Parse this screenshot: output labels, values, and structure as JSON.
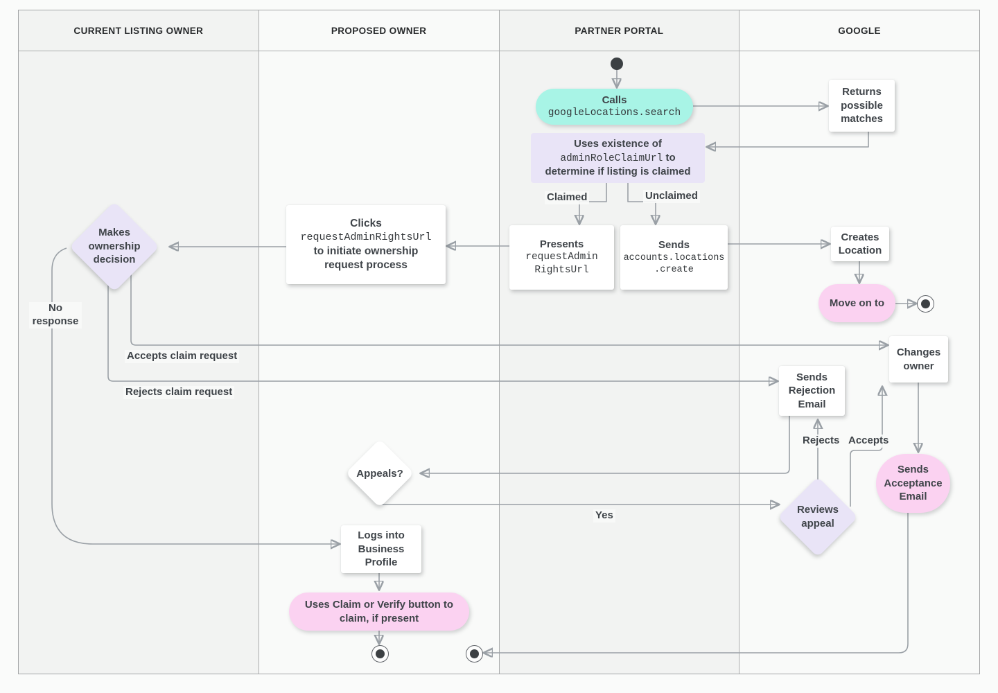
{
  "diagram": {
    "lanes": [
      {
        "label": "CURRENT LISTING OWNER"
      },
      {
        "label": "PROPOSED OWNER"
      },
      {
        "label": "PARTNER PORTAL"
      },
      {
        "label": "GOOGLE"
      }
    ],
    "nodes": {
      "calls": {
        "l1": "Calls",
        "l2": "googleLocations.search"
      },
      "returns": {
        "l1": "Returns",
        "l2": "possible",
        "l3": "matches"
      },
      "uses": {
        "l1": "Uses existence of",
        "l2_mono": "adminRoleClaimUrl",
        "l2_bold": "to",
        "l3": "determine if listing is claimed"
      },
      "presents": {
        "l1": "Presents",
        "l2": "requestAdmin",
        "l3": "RightsUrl"
      },
      "sends_create": {
        "l1": "Sends",
        "l2": "accounts.locations",
        "l3": ".create"
      },
      "creates_location": {
        "l1": "Creates",
        "l2": "Location"
      },
      "move_on": {
        "l1": "Move on to"
      },
      "changes_owner": {
        "l1": "Changes",
        "l2": "owner"
      },
      "sends_rejection": {
        "l1": "Sends",
        "l2": "Rejection",
        "l3": "Email"
      },
      "sends_acceptance": {
        "l1": "Sends",
        "l2": "Acceptance",
        "l3": "Email"
      },
      "reviews_appeal": {
        "l1": "Reviews",
        "l2": "appeal"
      },
      "appeals": {
        "l1": "Appeals?"
      },
      "clicks": {
        "l1": "Clicks",
        "l2": "requestAdminRightsUrl",
        "l3": "to initiate ownership",
        "l4": "request process"
      },
      "makes_decision": {
        "l1": "Makes",
        "l2": "ownership",
        "l3": "decision"
      },
      "logs_into": {
        "l1": "Logs into",
        "l2": "Business",
        "l3": "Profile"
      },
      "uses_claim": {
        "l1": "Uses Claim or Verify button to",
        "l2": "claim, if present"
      }
    },
    "edge_labels": {
      "claimed": "Claimed",
      "unclaimed": "Unclaimed",
      "no_response_line1": "No",
      "no_response_line2": "response",
      "accepts_claim": "Accepts claim request",
      "rejects_claim": "Rejects claim request",
      "rejects": "Rejects",
      "accepts": "Accepts",
      "yes": "Yes"
    },
    "colors": {
      "teal": "#a8f4e6",
      "lavender": "#e9e4f7",
      "pink": "#fbd2f1",
      "white_box": "#ffffff",
      "lane_gray": "#f2f3f2",
      "lane_light": "#f9faf9",
      "connector": "#9aa0a6",
      "text": "#3f4449"
    }
  }
}
